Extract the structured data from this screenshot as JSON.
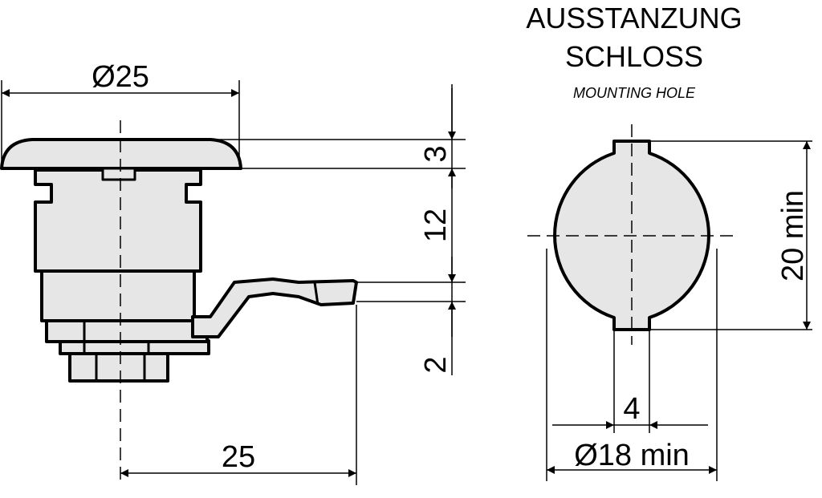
{
  "title": {
    "line1": "AUSSTANZUNG",
    "line2": "SCHLOSS",
    "subtitle": "MOUNTING HOLE"
  },
  "dims": {
    "head_diameter": "Ø25",
    "head_height": "3",
    "body_height": "12",
    "cam_thickness": "2",
    "cam_length": "25",
    "hole_height": "20 min",
    "key_width": "4",
    "hole_diameter": "Ø18 min"
  },
  "colors": {
    "fill": "#e6e6e6",
    "line": "#000000"
  }
}
